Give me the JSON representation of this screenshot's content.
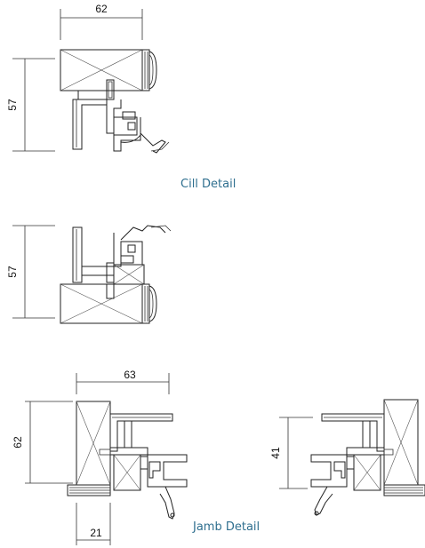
{
  "captions": {
    "cill": "Cill Detail",
    "jamb": "Jamb Detail"
  },
  "dimensions": {
    "cill_width": "62",
    "cill_height": "57",
    "head_height": "57",
    "jamb_width": "63",
    "jamb_height": "62",
    "jamb_offset": "21",
    "jamb_right_height": "41"
  },
  "colors": {
    "caption": "#2f6f8f",
    "line": "#222222"
  }
}
